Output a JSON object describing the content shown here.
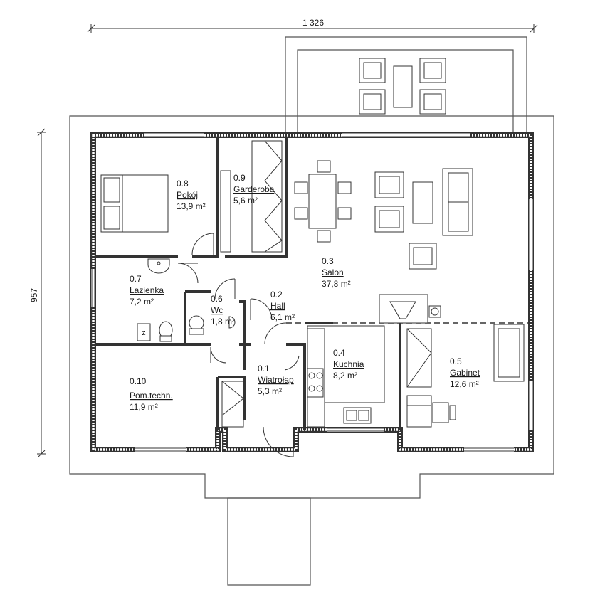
{
  "dimensions": {
    "width_label": "1 326",
    "height_label": "957"
  },
  "rooms": [
    {
      "id": "r08",
      "number": "0.8",
      "name": "Pokój",
      "area": "13,9 m²"
    },
    {
      "id": "r09",
      "number": "0.9",
      "name": "Garderoba",
      "area": "5,6 m²"
    },
    {
      "id": "r03",
      "number": "0.3",
      "name": "Salon",
      "area": "37,8 m²"
    },
    {
      "id": "r07",
      "number": "0.7",
      "name": "Łazienka",
      "area": "7,2 m²"
    },
    {
      "id": "r06",
      "number": "0.6",
      "name": "Wc",
      "area": "1,8 m²"
    },
    {
      "id": "r02",
      "number": "0.2",
      "name": "Hall",
      "area": "6,1 m²"
    },
    {
      "id": "r04",
      "number": "0.4",
      "name": "Kuchnia",
      "area": "8,2 m²"
    },
    {
      "id": "r05",
      "number": "0.5",
      "name": "Gabinet",
      "area": "12,6 m²"
    },
    {
      "id": "r010",
      "number": "0.10",
      "name": "Pom.techn.",
      "area": "11,9 m²"
    },
    {
      "id": "r01",
      "number": "0.1",
      "name": "Wiatrołap",
      "area": "5,3 m²"
    }
  ],
  "icons": [
    "bed-icon",
    "wardrobe-icon",
    "dining-table-icon",
    "armchair-icon",
    "sofa-icon",
    "coffee-table-icon",
    "fireplace-icon",
    "stove-icon",
    "sink-icon",
    "toilet-icon",
    "washbasin-icon",
    "desk-icon",
    "door-icon"
  ]
}
